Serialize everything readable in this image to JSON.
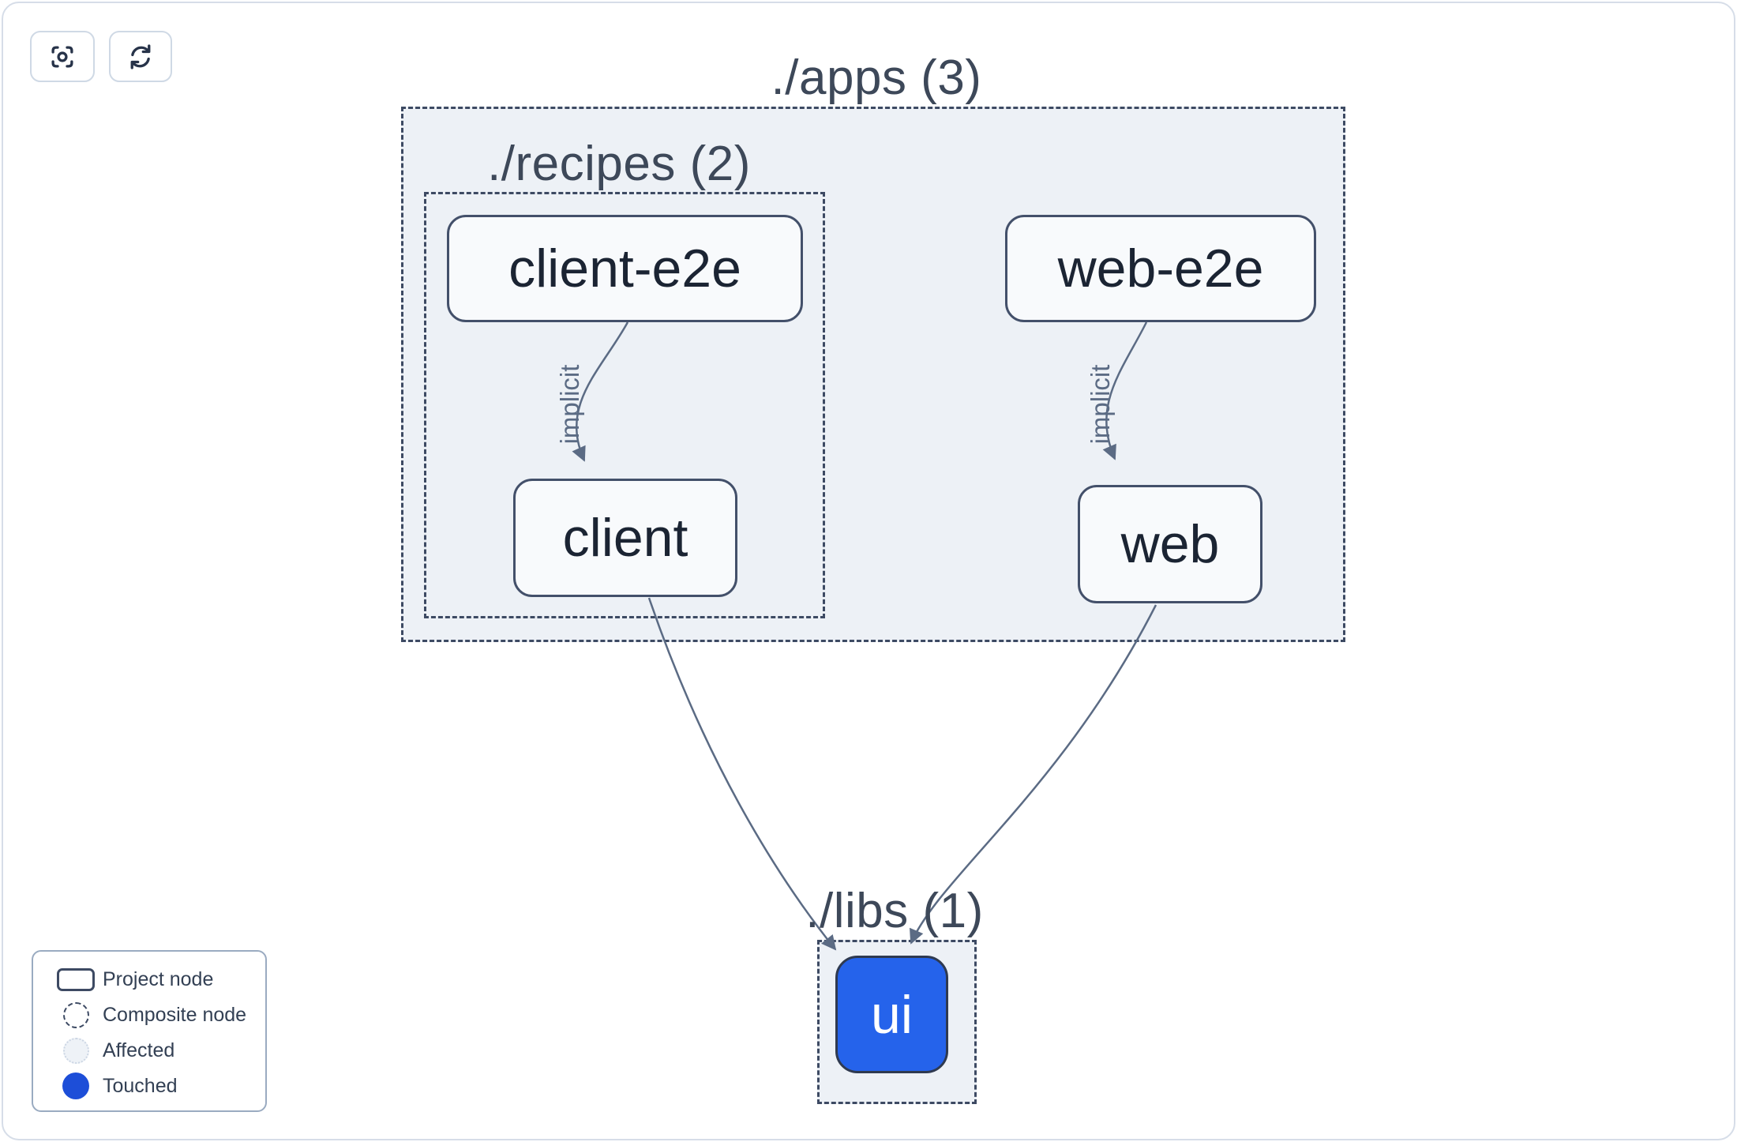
{
  "toolbar": {
    "buttons": [
      {
        "name": "focus-button",
        "icon": "focus-icon"
      },
      {
        "name": "refresh-button",
        "icon": "refresh-icon"
      }
    ]
  },
  "graph": {
    "groups": [
      {
        "id": "apps",
        "label": "./apps (3)"
      },
      {
        "id": "recipes",
        "label": "./recipes (2)"
      },
      {
        "id": "libs",
        "label": "./libs (1)"
      }
    ],
    "nodes": [
      {
        "id": "client-e2e",
        "label": "client-e2e",
        "state": "normal"
      },
      {
        "id": "web-e2e",
        "label": "web-e2e",
        "state": "normal"
      },
      {
        "id": "client",
        "label": "client",
        "state": "normal"
      },
      {
        "id": "web",
        "label": "web",
        "state": "normal"
      },
      {
        "id": "ui",
        "label": "ui",
        "state": "touched"
      }
    ],
    "edges": [
      {
        "from": "client-e2e",
        "to": "client",
        "label": "implicit"
      },
      {
        "from": "web-e2e",
        "to": "web",
        "label": "implicit"
      },
      {
        "from": "client",
        "to": "ui",
        "label": ""
      },
      {
        "from": "web",
        "to": "ui",
        "label": ""
      }
    ]
  },
  "legend": {
    "items": [
      {
        "swatch": "project-node-swatch",
        "label": "Project node"
      },
      {
        "swatch": "composite-node-swatch",
        "label": "Composite node"
      },
      {
        "swatch": "affected-swatch",
        "label": "Affected"
      },
      {
        "swatch": "touched-swatch",
        "label": "Touched"
      }
    ]
  },
  "colors": {
    "container_fill": "#edf1f6",
    "dashed_border": "#3d4a63",
    "node_fill": "#f8fafc",
    "node_border": "#43506a",
    "node_text": "#1b2433",
    "edge": "#5b6b84",
    "touched_node_fill": "#2563eb",
    "touched_legend": "#1d4ed8"
  }
}
